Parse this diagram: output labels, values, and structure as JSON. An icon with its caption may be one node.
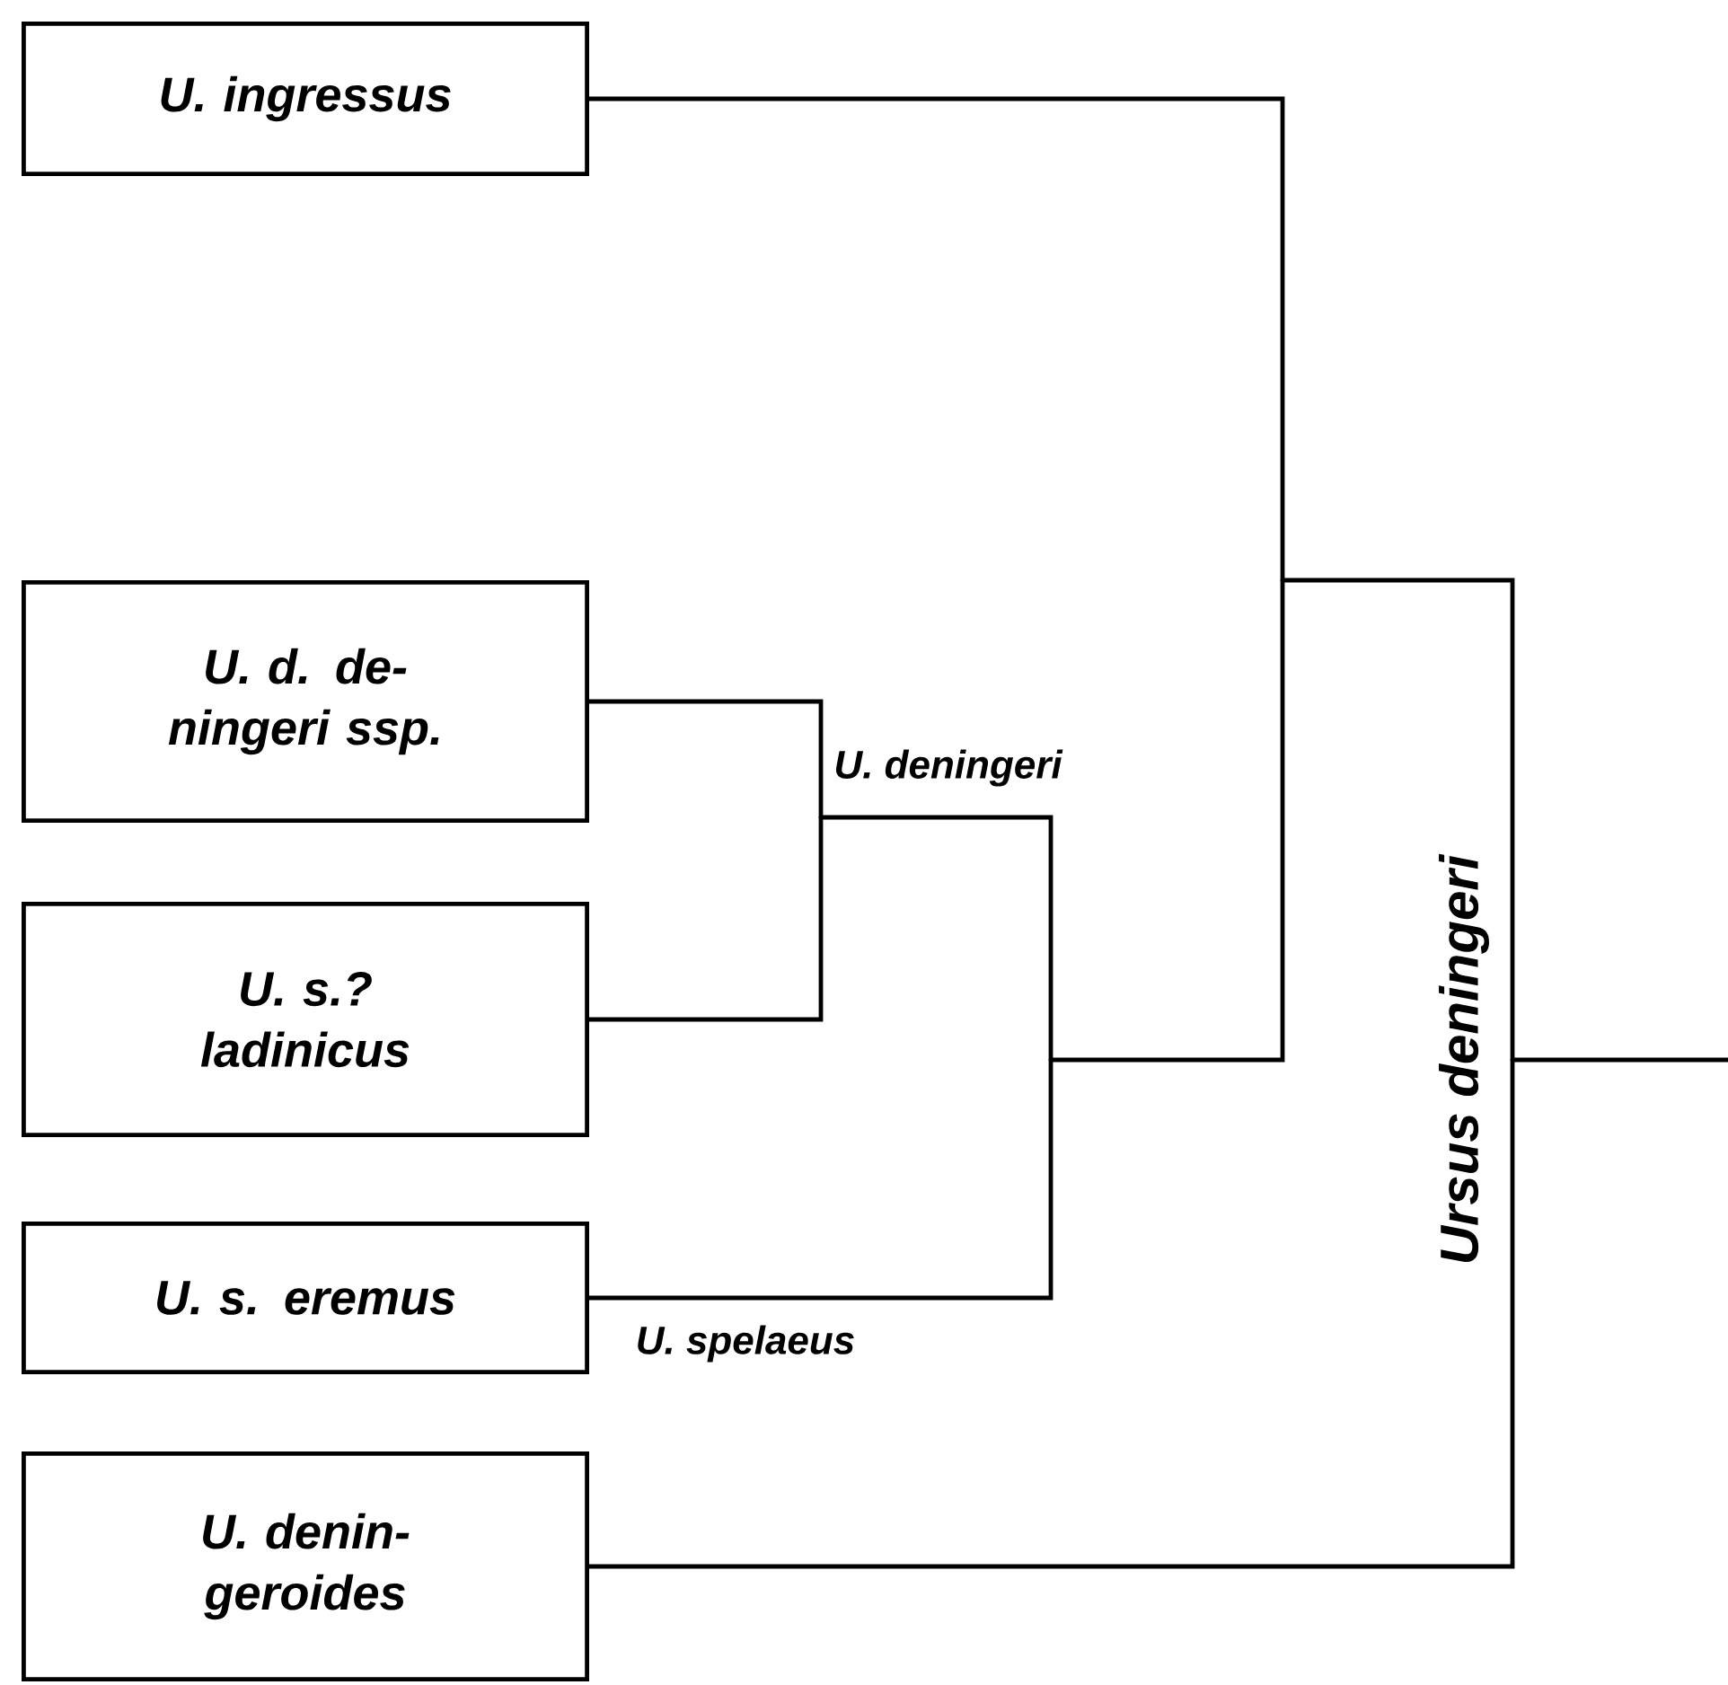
{
  "diagram": {
    "nodes": [
      {
        "text": [
          "U. ingressus"
        ]
      },
      {
        "text": [
          "U. d. de- ningeri ssp."
        ]
      },
      {
        "text": [
          "U. s.? ladinicus"
        ]
      },
      {
        "text": [
          "U. s. eremus"
        ]
      },
      {
        "text": [
          "U. denin- geroides"
        ]
      },
      {
        "text": [],
        "shape": "point"
      },
      {
        "text": [],
        "shape": "point"
      },
      {
        "text": [],
        "shape": "point"
      },
      {
        "text": [],
        "shape": "point"
      }
    ],
    "edges": [
      {
        "from": 1,
        "to": 5,
        "arrow": "none"
      },
      {
        "from": 2,
        "to": 5,
        "arrow": "none"
      },
      {
        "from": 5,
        "to": 6,
        "arrow": "none"
      },
      {
        "from": 3,
        "to": 6,
        "arrow": "none"
      },
      {
        "from": 6,
        "to": 7,
        "arrow": "none"
      },
      {
        "from": 0,
        "to": 7,
        "arrow": "none"
      },
      {
        "from": 7,
        "to": 8,
        "arrow": "none"
      },
      {
        "from": 4,
        "to": 8,
        "arrow": "none"
      },
      {
        "from": 8,
        "to": null,
        "arrow": "none"
      }
    ],
    "labels": [
      "U. deningeri",
      "U. spelaeus",
      "Ursus deningeri"
    ]
  }
}
